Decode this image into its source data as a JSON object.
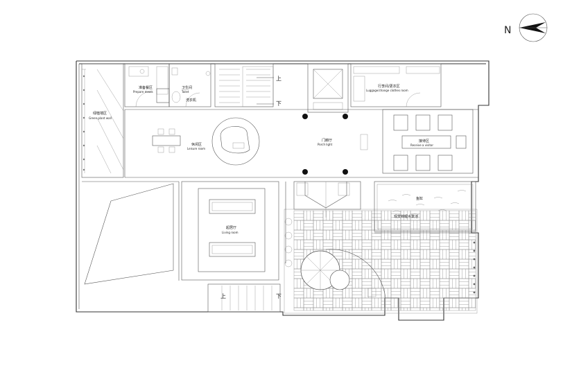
{
  "compass": {
    "letter": "N"
  },
  "rooms": {
    "prep": {
      "cn": "准备餐区",
      "en": "Prepare meals"
    },
    "toilet": {
      "cn": "卫生间",
      "en": "Toilet"
    },
    "toilet_note": {
      "cn": "洗衣机"
    },
    "green_wall": {
      "cn": "绿植墙区",
      "en": "Green plant wall"
    },
    "leisure": {
      "cn": "休闲区",
      "en": "Leisure room"
    },
    "porch": {
      "cn": "门廊厅",
      "en": "Porch light"
    },
    "luggage": {
      "cn": "行李间/更衣区",
      "en": "Luggage/change clothes room"
    },
    "reception": {
      "cn": "接待区",
      "en": "Receive a visitor"
    },
    "living": {
      "cn": "起居厅",
      "en": "Living room"
    },
    "fish": {
      "cn": "鱼缸"
    },
    "landscape": {
      "cn": "观赏锦鲤水景池"
    }
  },
  "stairs": {
    "up": "上",
    "down": "下",
    "up2": "上",
    "down2": "下"
  }
}
